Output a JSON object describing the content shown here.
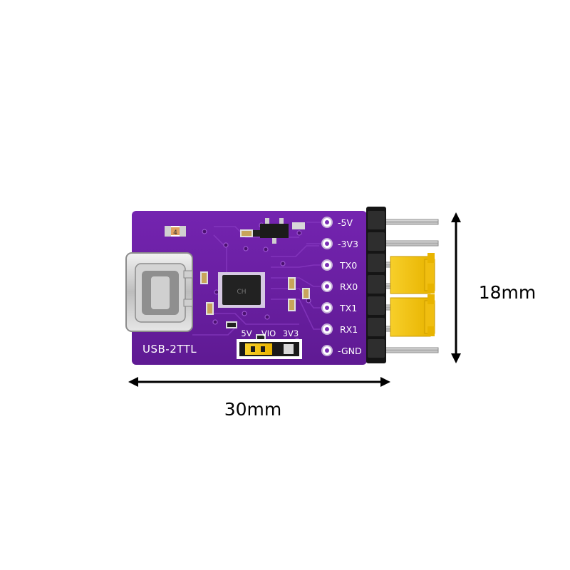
{
  "product": {
    "board_label": "USB-2TTL",
    "chip_marking": "CH",
    "led_marking": "4",
    "pin_labels": [
      "-5V",
      "-3V3",
      "TX0",
      "RX0",
      "TX1",
      "RX1",
      "-GND"
    ],
    "voltage_select": {
      "label_left": "5V",
      "label_mid": "VIO",
      "label_right": "3V3"
    }
  },
  "dimensions": {
    "width": "30mm",
    "height": "18mm"
  },
  "colors": {
    "pcb": "#6a1fa2",
    "jumper": "#f4c20d",
    "header_pin": "#c8c8c8"
  }
}
